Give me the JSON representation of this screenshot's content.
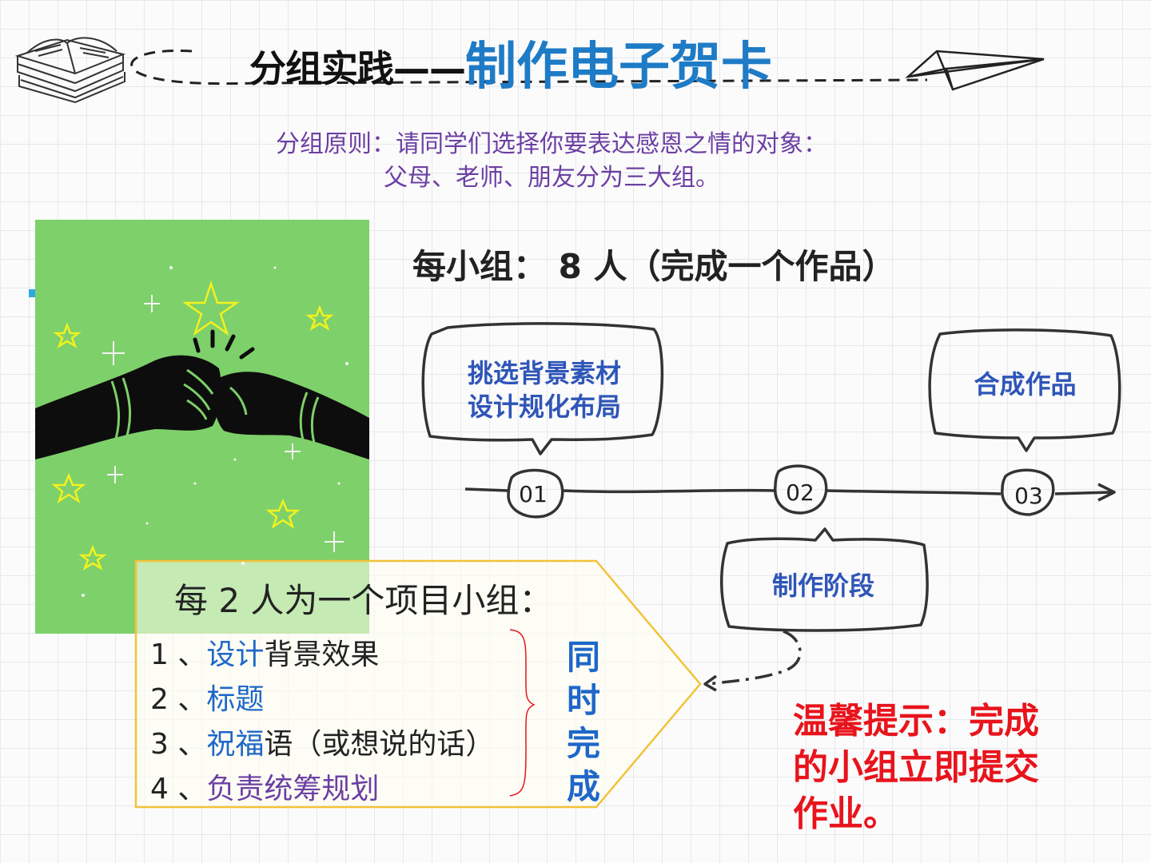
{
  "header": {
    "title_prefix": "分组实践——",
    "title_main": "制作电子贺卡",
    "book-icon": "open-book-sketch",
    "plane-icon": "paper-plane-sketch"
  },
  "principle": {
    "line1": "分组原则：请同学们选择你要表达感恩之情的对象：",
    "line2": "父母、老师、朋友分为三大组。"
  },
  "group_size": "每小组：  8 人（完成一个作品）",
  "steps": [
    {
      "num": "01",
      "label_line1": "挑选背景素材",
      "label_line2": "设计规化布局"
    },
    {
      "num": "02",
      "label_line1": "制作阶段"
    },
    {
      "num": "03",
      "label_line1": "合成作品"
    }
  ],
  "project_group": {
    "title": "每 2 人为一个项目小组：",
    "tasks": [
      {
        "num": "1 、",
        "hl": "设计",
        "rest": "背景效果"
      },
      {
        "num": "2 、",
        "hl": "标题",
        "rest": ""
      },
      {
        "num": "3 、",
        "hl": "祝福",
        "rest": "语（或想说的话）"
      },
      {
        "num": "4 、",
        "hl": "负责统筹规划",
        "rest": ""
      }
    ],
    "simultaneous": [
      "同",
      "时",
      "完",
      "成"
    ]
  },
  "tip": "温馨提示：完成的小组立即提交作业。",
  "colors": {
    "title_blue": "#1e7bc6",
    "principle_purple": "#6c3fa3",
    "bubble_blue": "#2e55b8",
    "tip_red": "#e8141c",
    "photo_green": "#7ed06a",
    "pentagon_border": "#f3c23a"
  }
}
